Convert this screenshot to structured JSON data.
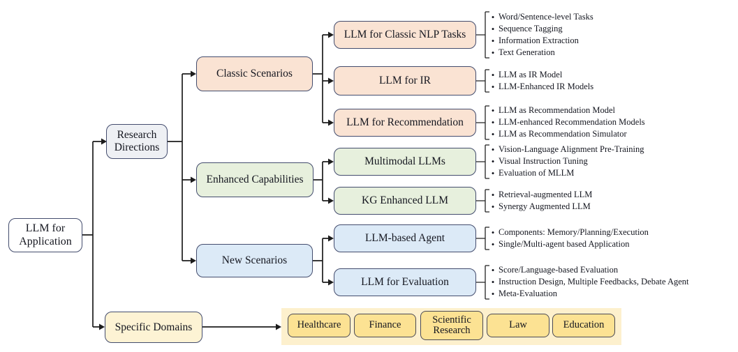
{
  "figure": {
    "root": {
      "label": "LLM for\nApplication"
    },
    "branches": {
      "research_directions": {
        "label": "Research\nDirections"
      },
      "specific_domains": {
        "label": "Specific Domains"
      }
    },
    "categories": [
      {
        "label": "Classic Scenarios"
      },
      {
        "label": "Enhanced Capabilities"
      },
      {
        "label": "New Scenarios"
      }
    ],
    "topics": [
      {
        "label": "LLM for Classic NLP Tasks",
        "bullets": [
          "Word/Sentence-level Tasks",
          "Sequence Tagging",
          "Information Extraction",
          "Text Generation"
        ]
      },
      {
        "label": "LLM for IR",
        "bullets": [
          "LLM as IR Model",
          "LLM-Enhanced IR Models"
        ]
      },
      {
        "label": "LLM for Recommendation",
        "bullets": [
          "LLM as Recommendation Model",
          "LLM-enhanced Recommendation Models",
          "LLM as Recommendation Simulator"
        ]
      },
      {
        "label": "Multimodal LLMs",
        "bullets": [
          "Vision-Language Alignment Pre-Training",
          "Visual Instruction Tuning",
          "Evaluation of MLLM"
        ]
      },
      {
        "label": "KG Enhanced LLM",
        "bullets": [
          "Retrieval-augmented LLM",
          "Synergy Augmented LLM"
        ]
      },
      {
        "label": "LLM-based Agent",
        "bullets": [
          "Components: Memory/Planning/Execution",
          "Single/Multi-agent based Application"
        ]
      },
      {
        "label": "LLM for Evaluation",
        "bullets": [
          "Score/Language-based Evaluation",
          "Instruction Design, Multiple Feedbacks, Debate Agent",
          "Meta-Evaluation"
        ]
      }
    ],
    "domains": [
      "Healthcare",
      "Finance",
      "Scientific\nResearch",
      "Law",
      "Education"
    ],
    "palette": {
      "border": "#434c6d",
      "peach": "#fae3d3",
      "green": "#e7f0dd",
      "blue": "#dceaf7",
      "gray": "#eef0f4",
      "white": "#ffffff",
      "cream": "#fdf3d4",
      "panel_yellow": "#fdf0cd",
      "chip_yellow": "#fce293",
      "line": "#1c1c1c"
    }
  }
}
